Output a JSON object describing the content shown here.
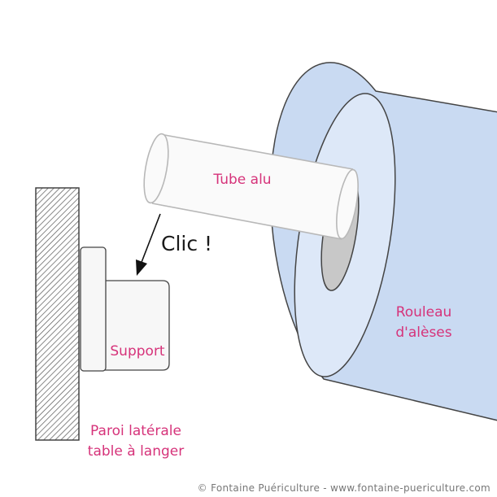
{
  "labels": {
    "tube": "Tube alu",
    "clic": "Clic !",
    "roll_line1": "Rouleau",
    "roll_line2": "d'alèses",
    "support": "Support",
    "wall_line1": "Paroi latérale",
    "wall_line2": "table à langer"
  },
  "credit": "© Fontaine Puériculture - www.fontaine-puericulture.com",
  "colors": {
    "accent": "#d6337a",
    "text_dark": "#1a1a1a",
    "stroke": "#444444",
    "tube_stroke": "#b8b8b8",
    "tube_fill": "#fafafa",
    "roll_fill": "#c9daf2",
    "roll_end": "#dde8f8",
    "roll_hole": "#c8c8c8",
    "support_fill": "#f7f7f7",
    "credit": "#777777"
  },
  "icons": {
    "wall": "hatched-wall",
    "arrow": "arrow-down-left-icon"
  }
}
